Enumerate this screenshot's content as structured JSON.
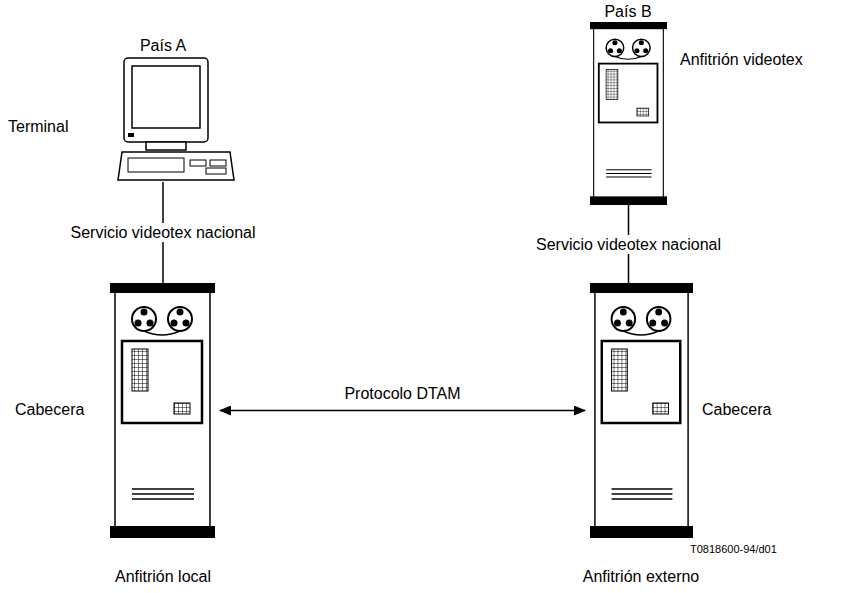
{
  "diagram": {
    "nodes": [
      {
        "text": [
          "País A",
          "Terminal"
        ]
      },
      {
        "text": [
          "País B",
          "Anfitrión videotex"
        ]
      },
      {
        "text": [
          "Cabecera",
          "Anfitrión local"
        ]
      },
      {
        "text": [
          "Cabecera",
          "Anfitrión externo"
        ]
      }
    ],
    "edges": [
      {
        "from": 0,
        "to": 2,
        "label": "Servicio videotex nacional",
        "arrow": "none"
      },
      {
        "from": 1,
        "to": 3,
        "label": "Servicio videotex nacional",
        "arrow": "none"
      },
      {
        "from": 2,
        "to": 3,
        "label": "Protocolo DTAM",
        "arrow": "both"
      }
    ],
    "labels": [
      "T0818600-94/d01"
    ]
  }
}
